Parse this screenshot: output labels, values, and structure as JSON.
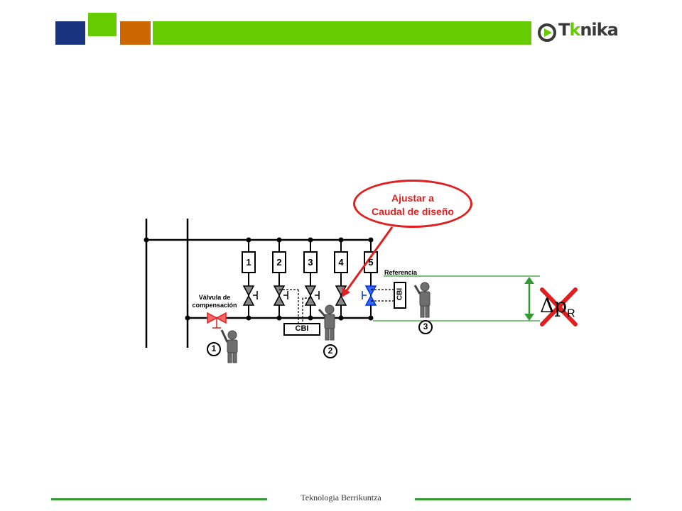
{
  "header": {
    "logo_text_prefix": "T",
    "logo_text_accent": "k",
    "logo_text_suffix": "nika",
    "colors": {
      "navy": "#1a3380",
      "green": "#66cc00",
      "orange": "#cc6600"
    }
  },
  "diagram": {
    "callout_line1": "Ajustar a",
    "callout_line2": "Caudal de diseño",
    "valve_numbers": [
      "1",
      "2",
      "3",
      "4",
      "5"
    ],
    "reference_label": "Referencia",
    "compensation_label_line1": "Válvula de",
    "compensation_label_line2": "compensación",
    "cbi_label_bottom": "CBI",
    "cbi_label_right": "CBI",
    "operator_numbers": [
      "1",
      "2",
      "3"
    ],
    "delta_p_symbol": "Δp",
    "delta_p_subscript": "R"
  },
  "footer": {
    "text": "Teknologia Berrikuntza"
  }
}
